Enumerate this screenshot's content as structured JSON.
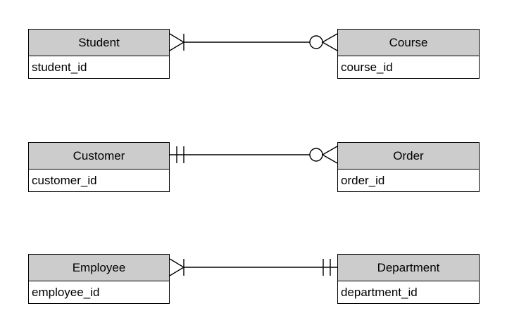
{
  "diagram": {
    "type": "entity-relationship-diagram",
    "notation": "crows-foot",
    "colors": {
      "background": "#ffffff",
      "entity_header_fill": "#cccccc",
      "entity_body_fill": "#ffffff",
      "border": "#000000",
      "line": "#000000"
    },
    "entities": [
      {
        "name": "Student",
        "attributes": [
          "student_id"
        ]
      },
      {
        "name": "Course",
        "attributes": [
          "course_id"
        ]
      },
      {
        "name": "Customer",
        "attributes": [
          "customer_id"
        ]
      },
      {
        "name": "Order",
        "attributes": [
          "order_id"
        ]
      },
      {
        "name": "Employee",
        "attributes": [
          "employee_id"
        ]
      },
      {
        "name": "Department",
        "attributes": [
          "department_id"
        ]
      }
    ],
    "relationships": [
      {
        "from": "Student",
        "to": "Course",
        "from_cardinality": "one-or-many",
        "from_symbol": "crows-foot-with-bar",
        "to_cardinality": "zero-or-many",
        "to_symbol": "circle-with-crows-foot"
      },
      {
        "from": "Customer",
        "to": "Order",
        "from_cardinality": "exactly-one",
        "from_symbol": "double-bar",
        "to_cardinality": "zero-or-many",
        "to_symbol": "circle-with-crows-foot"
      },
      {
        "from": "Employee",
        "to": "Department",
        "from_cardinality": "one-or-many",
        "from_symbol": "crows-foot-with-bar",
        "to_cardinality": "exactly-one",
        "to_symbol": "double-bar"
      }
    ]
  }
}
